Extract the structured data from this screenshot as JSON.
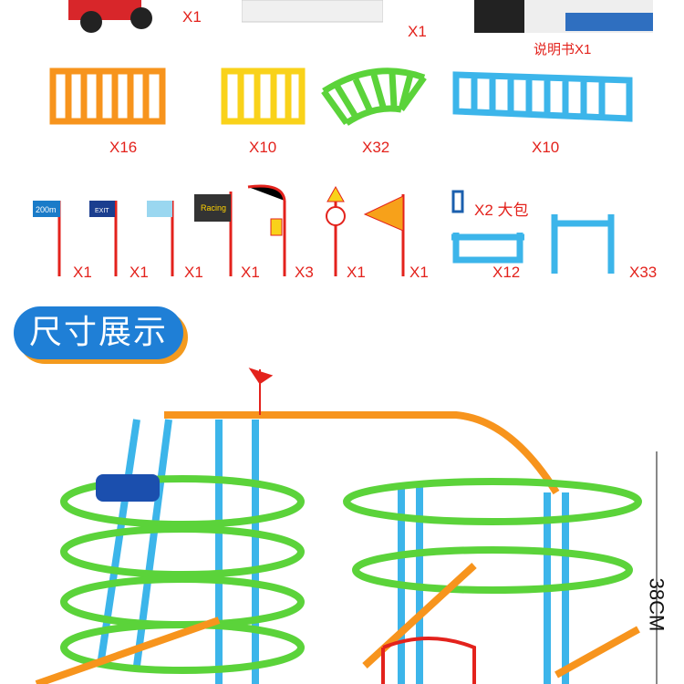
{
  "top_row": {
    "car_qty": "X1",
    "box_qty": "X1",
    "manual_qty": "说明书X1"
  },
  "track_pieces": [
    {
      "name": "orange-straight-track",
      "qty": "X16",
      "color": "#f7941d"
    },
    {
      "name": "yellow-short-track",
      "qty": "X10",
      "color": "#f9d21a"
    },
    {
      "name": "green-curve-track",
      "qty": "X32",
      "color": "#5bd33a"
    },
    {
      "name": "blue-slope-track",
      "qty": "X10",
      "color": "#3cb5ea"
    }
  ],
  "signs": [
    {
      "name": "distance-sign",
      "qty": "X1",
      "text": "200m"
    },
    {
      "name": "exit-sign",
      "qty": "X1",
      "text": "EXIT"
    },
    {
      "name": "no-parking-sign",
      "qty": "X1"
    },
    {
      "name": "racing-flag",
      "qty": "X1",
      "text": "Racing"
    },
    {
      "name": "traffic-light",
      "qty": "X3"
    },
    {
      "name": "warning-sign",
      "qty": "X1"
    },
    {
      "name": "pennant-flag",
      "qty": "X1"
    }
  ],
  "parts": {
    "clip_qty": "X2 大包",
    "base_qty": "X12",
    "pillar_qty": "X33"
  },
  "section": {
    "title": "尺寸展示",
    "height_label": "38CM"
  },
  "colors": {
    "accent_red": "#e3221c",
    "title_blue": "#1f7fd6",
    "title_shadow": "#f39a1e"
  }
}
